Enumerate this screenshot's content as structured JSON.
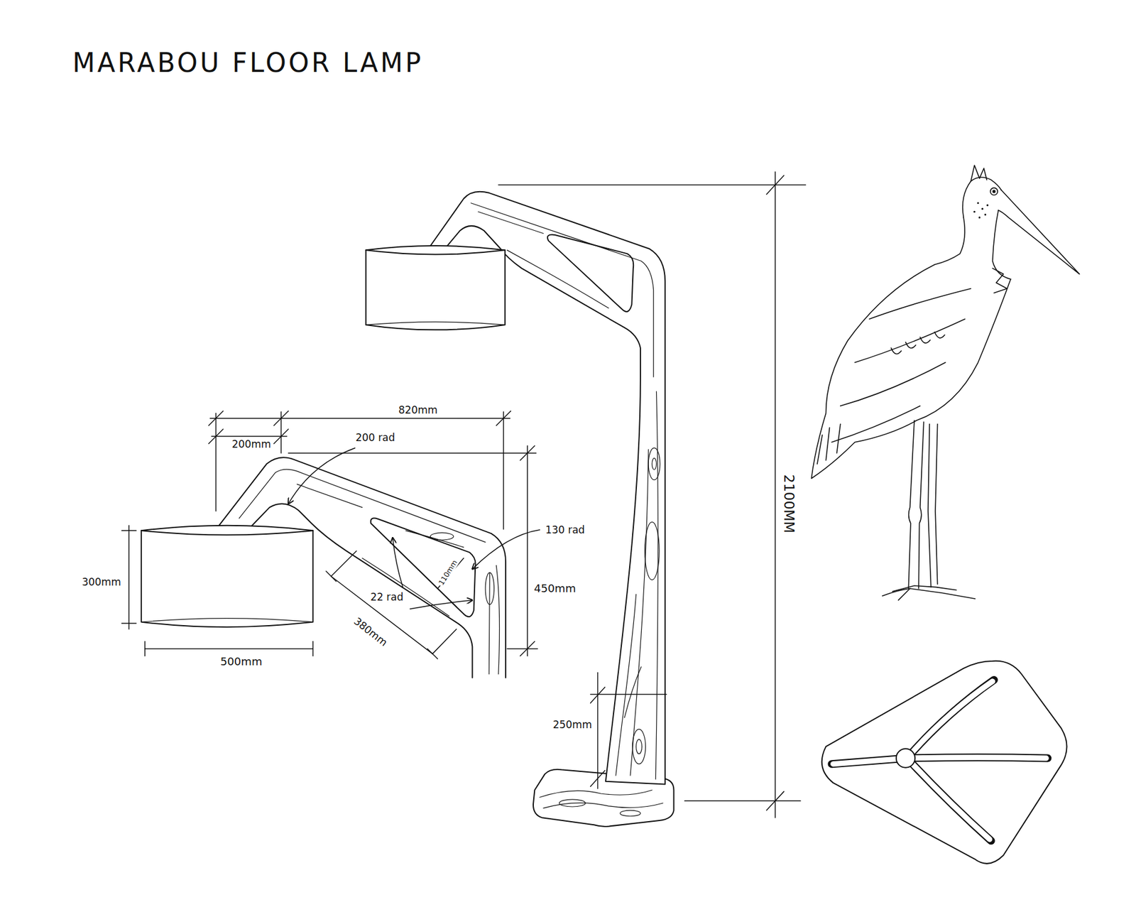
{
  "diagram": {
    "title": "MARABOU FLOOR LAMP",
    "labels": [
      "820mm",
      "200mm",
      "200 rad",
      "130 rad",
      "110mm",
      "22 rad",
      "300mm",
      "450mm",
      "380mm",
      "500mm",
      "250mm",
      "2100MM"
    ]
  }
}
